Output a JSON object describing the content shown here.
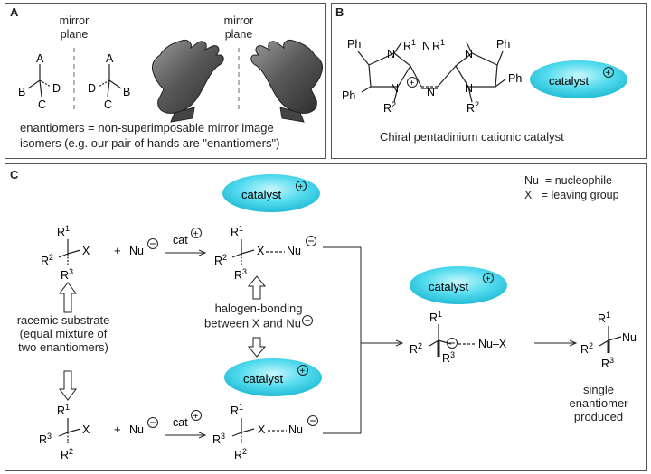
{
  "panel_a": {
    "label": "A",
    "mirror_left": "mirror",
    "plane_left": "plane",
    "mirror_right": "mirror",
    "plane_right": "plane",
    "desc_line1": "enantiomers = non-superimposable mirror image",
    "desc_line2": "isomers (e.g. our pair of hands are \"enantiomers\")"
  },
  "panel_b": {
    "label": "B",
    "caption": "Chiral pentadinium cationic catalyst",
    "equals": "=",
    "catalyst_label": "catalyst"
  },
  "panel_c": {
    "label": "C",
    "legend_nu": "Nu  = nucleophile",
    "legend_x": "X   = leaving group",
    "racemic_line1": "racemic substrate",
    "racemic_line2": "(equal mixture of",
    "racemic_line3": "two enantiomers)",
    "halogen_line1": "halogen-bonding",
    "halogen_line2": "between X and Nu",
    "single_line1": "single",
    "single_line2": "enantiomer",
    "single_line3": "produced",
    "plus_top": "+",
    "plus_bottom": "+",
    "cat_top": "cat",
    "cat_bottom": "cat",
    "catalyst_top": "catalyst",
    "catalyst_mid": "catalyst",
    "catalyst_right": "catalyst"
  },
  "atoms": {
    "A": "A",
    "B": "B",
    "C": "C",
    "D": "D",
    "Ph": "Ph",
    "N": "N",
    "R1": "R1",
    "R2": "R2",
    "R3": "R3",
    "X": "X",
    "Nu": "Nu",
    "NuX": "Nu–X"
  },
  "colors": {
    "catalyst_fill": "#3fd8ec",
    "catalyst_edge": "#a6f0f8",
    "frame": "#555555"
  }
}
